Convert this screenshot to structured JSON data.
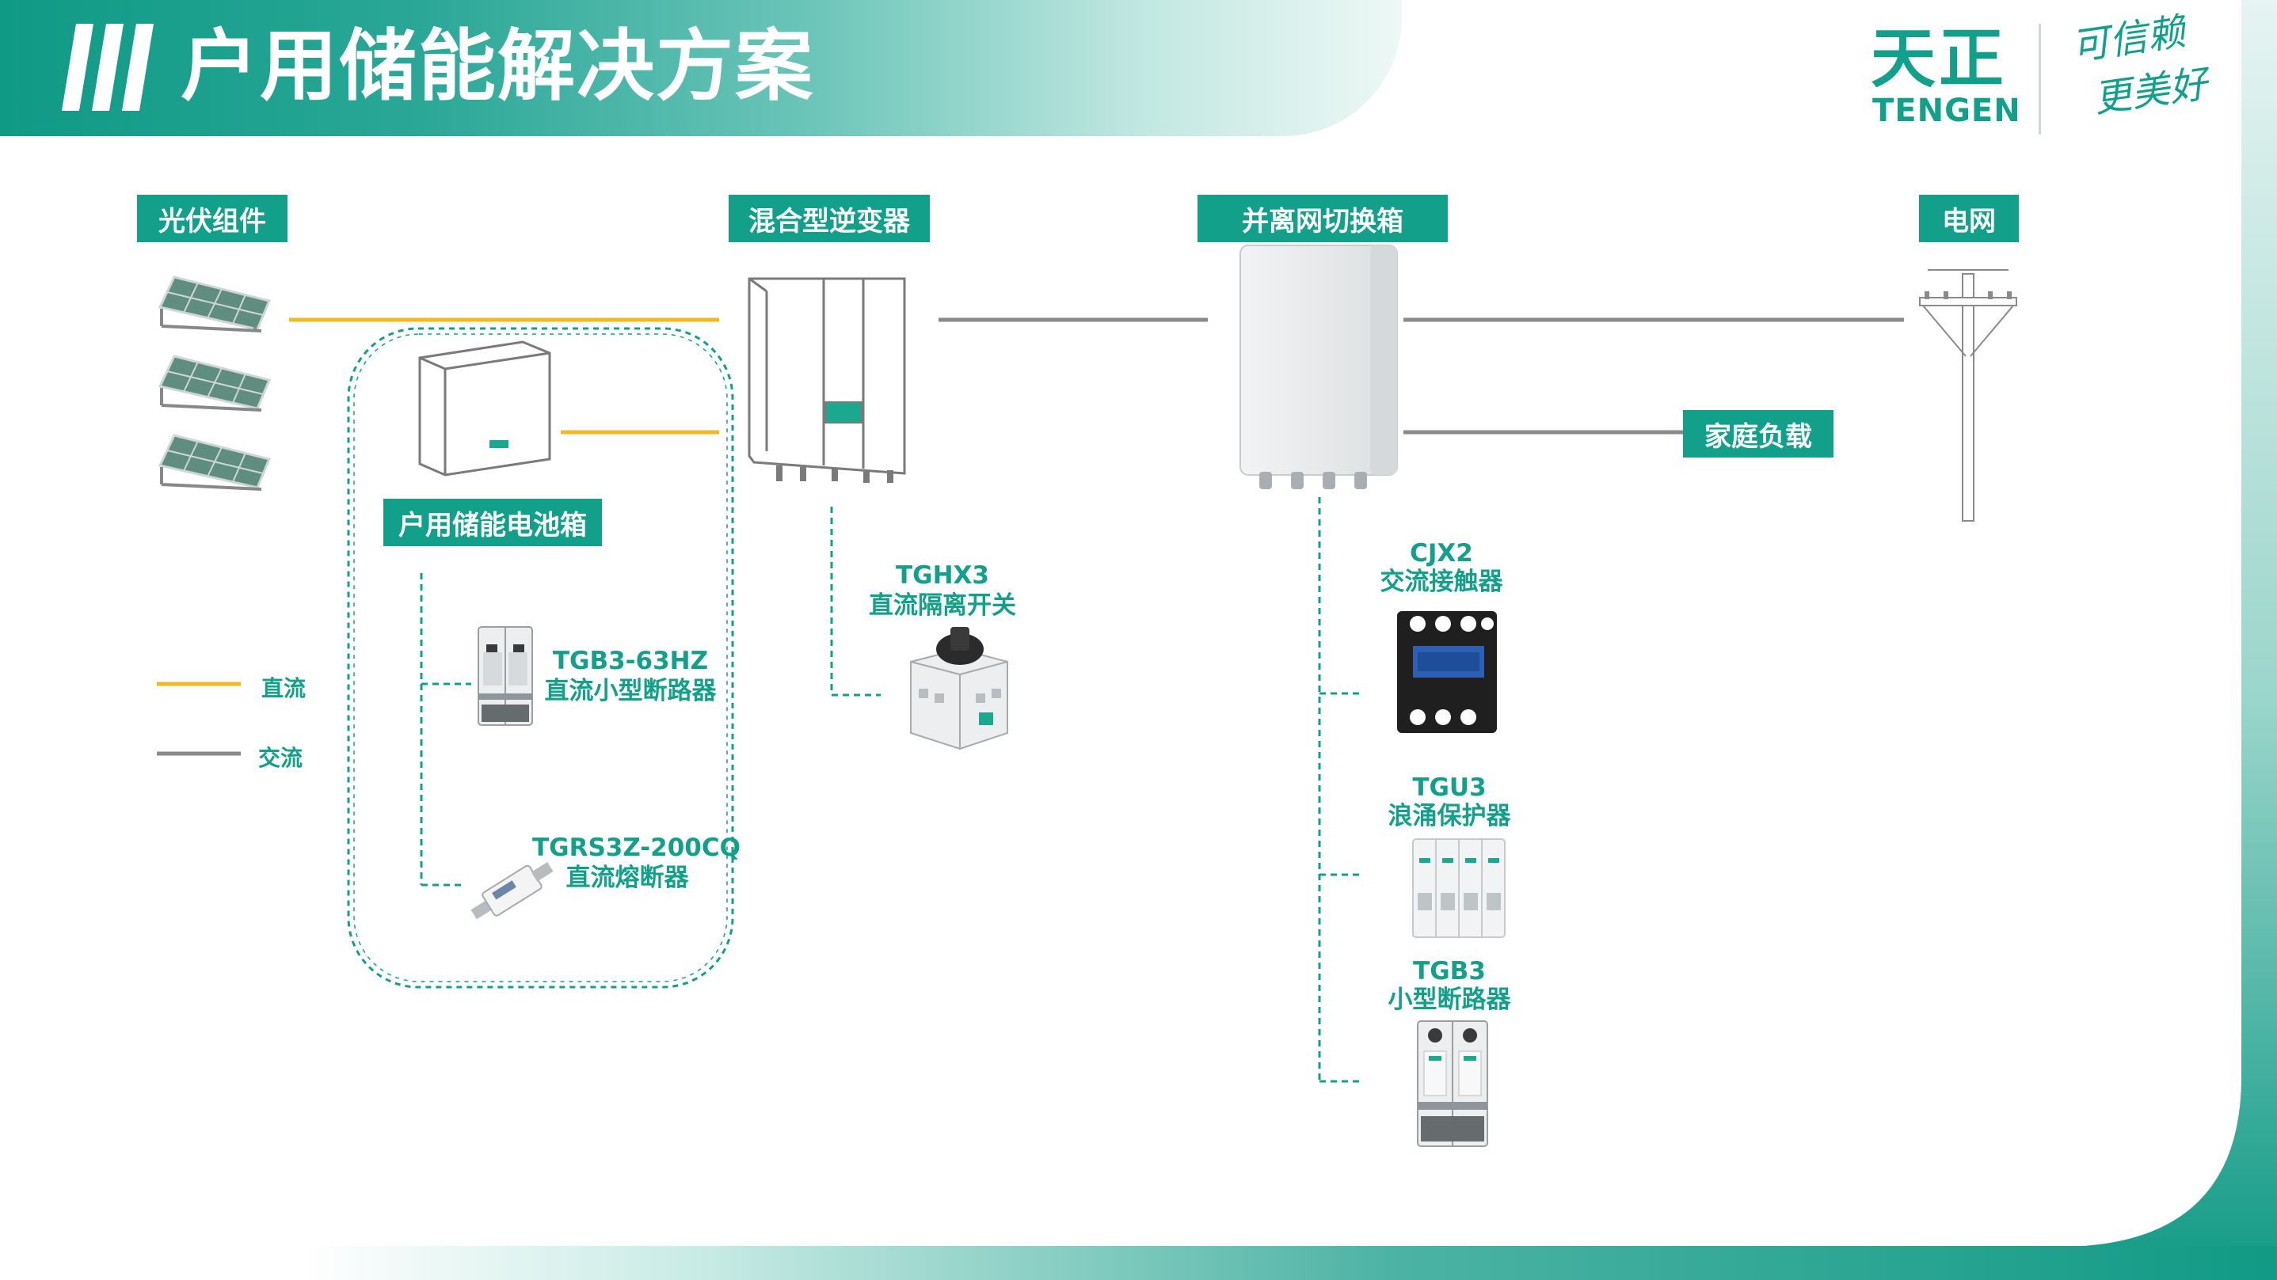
{
  "header": {
    "title": "户用储能解决方案",
    "logo_cn": "天正",
    "logo_en": "TENGEN",
    "slogan_line1": "可信赖",
    "slogan_line2": "更美好"
  },
  "nodes": {
    "pv": "光伏组件",
    "inverter": "混合型逆变器",
    "switch_box": "并离网切换箱",
    "grid": "电网",
    "battery": "户用储能电池箱",
    "home_load": "家庭负载"
  },
  "products": {
    "battery_mcb": {
      "model": "TGB3-63HZ",
      "name": "直流小型断路器"
    },
    "battery_fuse": {
      "model": "TGRS3Z-200CQ",
      "name": "直流熔断器"
    },
    "inverter_switch": {
      "model": "TGHX3",
      "name": "直流隔离开关"
    },
    "contactor": {
      "model": "CJX2",
      "name": "交流接触器"
    },
    "spd": {
      "model": "TGU3",
      "name": "浪涌保护器"
    },
    "mcb": {
      "model": "TGB3",
      "name": "小型断路器"
    }
  },
  "legend": [
    {
      "label": "直流",
      "color": "#f5b820"
    },
    {
      "label": "交流",
      "color": "#8a8a8a"
    }
  ],
  "colors": {
    "accent": "#12a08b",
    "dc_line": "#f5b820",
    "ac_line": "#8a8a8a"
  }
}
